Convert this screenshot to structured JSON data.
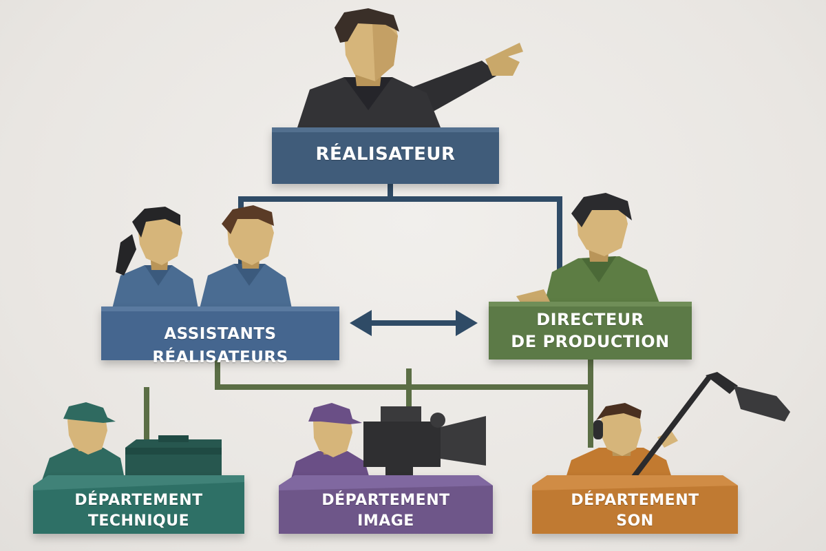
{
  "nodes": {
    "realisateur": {
      "lines": [
        "RÉALISATEUR"
      ],
      "color": "#3f5b7a"
    },
    "assistants": {
      "lines": [
        "ASSISTANTS RÉALISATEURS"
      ],
      "color": "#44668f"
    },
    "directeur": {
      "lines": [
        "DIRECTEUR",
        "DE PRODUCTION"
      ],
      "color": "#5b7a46"
    },
    "technique": {
      "lines": [
        "DÉPARTEMENT",
        "TECHNIQUE"
      ],
      "color": "#2f6f66"
    },
    "image": {
      "lines": [
        "DÉPARTEMENT",
        "IMAGE"
      ],
      "color": "#6e5689"
    },
    "son": {
      "lines": [
        "DÉPARTEMENT",
        "SON"
      ],
      "color": "#c07a33"
    }
  },
  "connector_colors": {
    "top": "#2f4b66",
    "bottom": "#5b6e45",
    "arrow": "#2f4b66"
  },
  "icons": [
    "pointing-director-figure",
    "assistant-figure",
    "producer-figure",
    "technician-figure",
    "toolbox-icon",
    "camera-operator-figure",
    "film-camera-icon",
    "sound-engineer-figure",
    "boom-microphone-icon"
  ]
}
